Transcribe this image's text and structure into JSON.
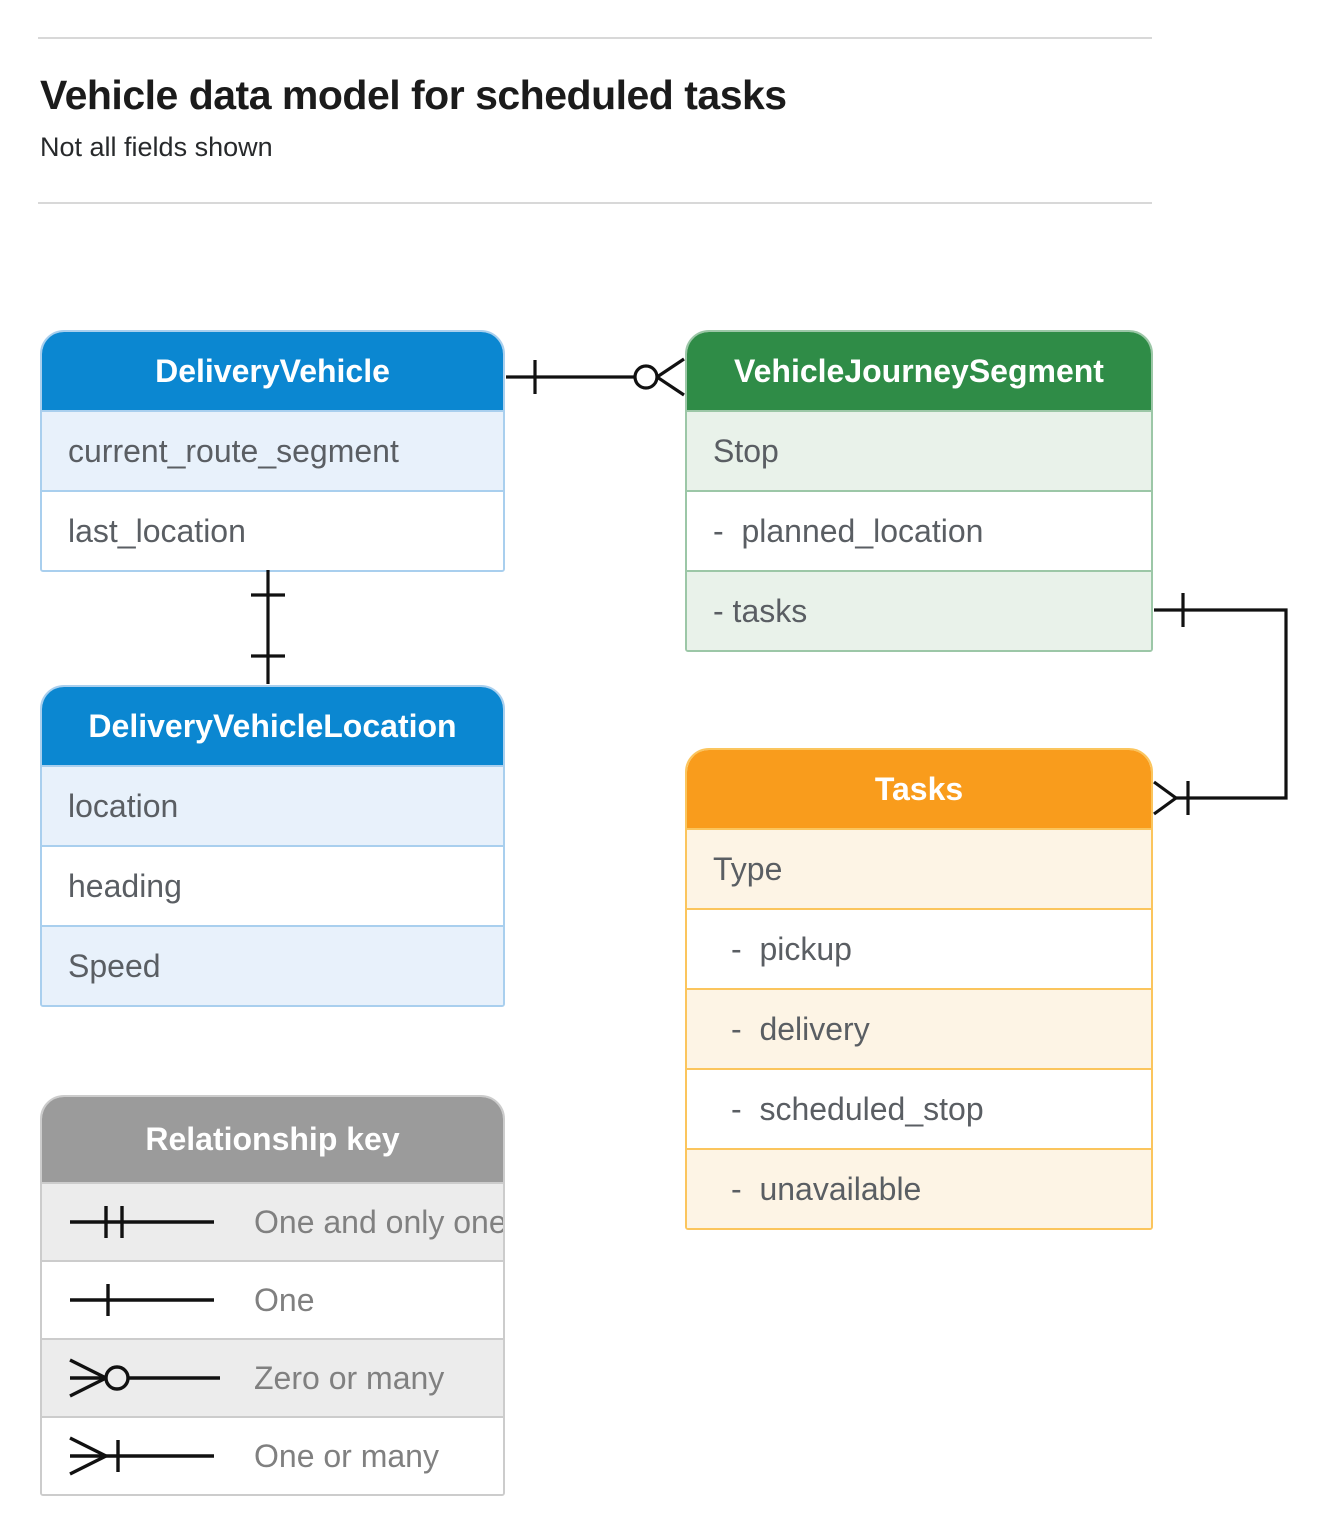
{
  "page": {
    "title": "Vehicle data model for scheduled tasks",
    "subtitle": "Not all fields shown"
  },
  "colors": {
    "blue_header": "#0b87d1",
    "blue_tint": "#e8f1fb",
    "blue_border": "#a9cfee",
    "green_header": "#2f8c47",
    "green_tint": "#e9f2ea",
    "green_border": "#9cc7a7",
    "orange_header": "#f99c1c",
    "orange_tint": "#fdf4e5",
    "orange_border": "#fbc55d",
    "gray_header": "#9b9b9b",
    "gray_tint": "#ececec",
    "connector_line": "#111111",
    "row_text": "#5a5e63",
    "key_text": "#808080"
  },
  "entities": {
    "delivery_vehicle": {
      "title": "DeliveryVehicle",
      "rows": [
        "current_route_segment",
        "last_location"
      ]
    },
    "vehicle_journey_segment": {
      "title": "VehicleJourneySegment",
      "rows": [
        "Stop",
        "-  planned_location",
        "- tasks"
      ]
    },
    "delivery_vehicle_location": {
      "title": "DeliveryVehicleLocation",
      "rows": [
        "location",
        "heading",
        "Speed"
      ]
    },
    "tasks": {
      "title": "Tasks",
      "rows": [
        "Type",
        "-  pickup",
        "-  delivery",
        "-  scheduled_stop",
        "-  unavailable"
      ]
    }
  },
  "relationships": {
    "delivery_vehicle_to_journey_segment": "one to zero-or-many",
    "delivery_vehicle_to_location": "one to one",
    "journey_segment_tasks_to_tasks": "one to one-or-many"
  },
  "key": {
    "title": "Relationship key",
    "rows": [
      {
        "symbol": "one-and-only-one",
        "label": "One and only one"
      },
      {
        "symbol": "one",
        "label": "One"
      },
      {
        "symbol": "zero-or-many",
        "label": "Zero or many"
      },
      {
        "symbol": "one-or-many",
        "label": "One or many"
      }
    ]
  }
}
